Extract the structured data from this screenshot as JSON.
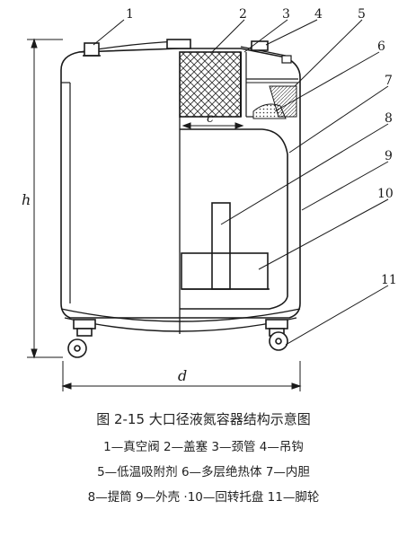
{
  "figure": {
    "callouts": [
      "1",
      "2",
      "3",
      "4",
      "5",
      "6",
      "7",
      "8",
      "9",
      "10",
      "11"
    ],
    "dim_h": "h",
    "dim_d": "d",
    "dim_c": "c"
  },
  "caption": {
    "title": "图 2-15   大口径液氮容器结构示意图",
    "line1": "1—真空阀  2—盖塞  3—颈管  4—吊钩",
    "line2": "5—低温吸附剂  6—多层绝热体  7—内胆",
    "line3": "8—提筒  9—外壳  ·10—回转托盘  11—脚轮"
  }
}
